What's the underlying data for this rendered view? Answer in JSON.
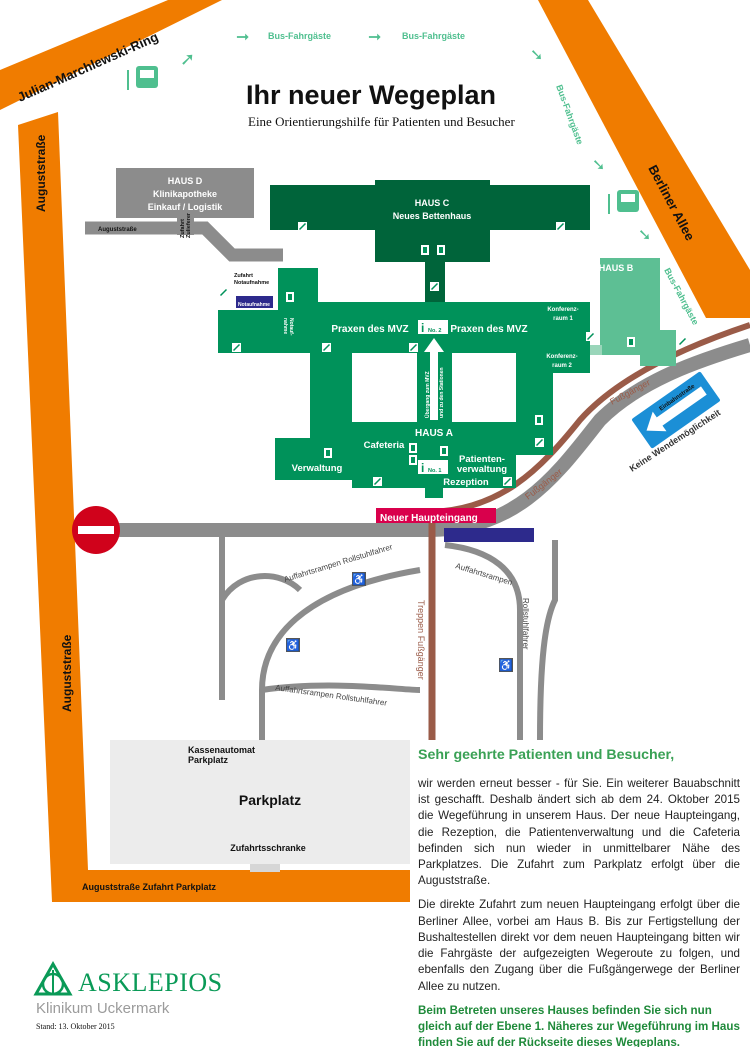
{
  "header": {
    "title": "Ihr neuer Wegeplan",
    "subtitle": "Eine Orientierungshilfe für Patienten und Besucher"
  },
  "streets": {
    "ring": "Julian-Marchlewski-Ring",
    "august_top": "Auguststraße",
    "august_bottom": "Auguststraße",
    "berliner": "Berliner Allee",
    "august_small": "Auguststraße",
    "august_parking": "Auguststraße Zufahrt Parkplatz"
  },
  "bus_route": [
    "Bus-Fahrgäste",
    "Bus-Fahrgäste",
    "Bus-Fahrgäste",
    "Bus-Fahrgäste"
  ],
  "buildings": {
    "haus_d": [
      "HAUS D",
      "Klinikapotheke",
      "Einkauf / Logistik"
    ],
    "haus_d_access": [
      "Zufahrt",
      "Zulieferer"
    ],
    "haus_c": [
      "HAUS C",
      "Neues Bettenhaus"
    ],
    "haus_b": "HAUS B",
    "haus_a": "HAUS A",
    "praxen_left": "Praxen des MVZ",
    "praxen_right": "Praxen des MVZ",
    "info2": "No. 2",
    "info1": "No. 1",
    "konf1": [
      "Konferenz-",
      "raum 1"
    ],
    "konf2": [
      "Konferenz-",
      "raum 2"
    ],
    "cafeteria": "Cafeteria",
    "verwaltung": "Verwaltung",
    "patientenverwaltung": [
      "Patienten-",
      "verwaltung"
    ],
    "rezeption": "Rezeption",
    "notaufnahme_access": [
      "Zufahrt",
      "Notaufnahme"
    ],
    "notaufnahme_parking": "Notaufnahme",
    "notaufnahme": [
      "Notauf-",
      "nahme"
    ],
    "corridor": [
      "Übergang zum MVZ",
      "und zu den Stationen"
    ]
  },
  "main_entrance": "Neuer Haupteingang",
  "paths": {
    "fussgaenger1": "Fußgänger",
    "fussgaenger2": "Fußgänger",
    "treppen": "Treppen Fußgänger",
    "ramp1": "Auffahrtsrampen Rollstuhlfahrer",
    "ramp2": "Auffahrtsrampen",
    "ramp2b": "Rollstuhlfahrer",
    "ramp3": "Auffahrtsrampen Rollstuhlfahrer"
  },
  "one_way": {
    "label": "Einbahnstraße",
    "note": "Keine Wendemöglichkeit"
  },
  "parking": {
    "title": "Parkplatz",
    "kasse": [
      "Kassenautomat",
      "Parkplatz"
    ],
    "schranke": "Zufahrtsschranke"
  },
  "info": {
    "heading": "Sehr geehrte Patienten und Besucher,",
    "p1": "wir werden erneut besser - für Sie. Ein weiterer Bauabschnitt ist geschafft. Deshalb ändert sich ab dem 24. Oktober 2015 die Wegeführung in unserem Haus. Der neue Haupteingang, die Rezeption, die Patientenverwaltung und die Cafeteria befinden sich nun wieder in unmittelbarer Nähe des Parkplatzes. Die Zufahrt zum Parkplatz erfolgt über die Auguststraße.",
    "p2": "Die direkte Zufahrt zum neuen Haupteingang erfolgt über die Berliner Allee, vorbei am Haus B. Bis zur Fertigstellung der Bushaltestellen direkt vor dem neuen Haupteingang bitten wir die Fahrgäste der aufgezeigten Wegeroute zu folgen, und ebenfalls den Zugang über die Fußgängerwege der Berliner Allee zu nutzen.",
    "p3": "Beim Betreten unseres Hauses befinden Sie sich nun gleich auf der Ebene 1. Näheres zur Wegeführung im Haus finden Sie auf der Rückseite dieses Wegeplans."
  },
  "brand": {
    "name": "ASKLEPIOS",
    "sub": "Klinikum Uckermark",
    "date": "Stand: 13. Oktober 2015"
  },
  "colors": {
    "road": "#f07c00",
    "green": "#00925a",
    "dark_green": "#00643a",
    "light_green": "#5dbf94",
    "teal": "#4fbf8f",
    "gray": "#8c8c8c",
    "brown": "#9a5b48",
    "entrance": "#d9004c",
    "blue": "#1b8fd6",
    "parking_blue": "#2d2a8c"
  }
}
